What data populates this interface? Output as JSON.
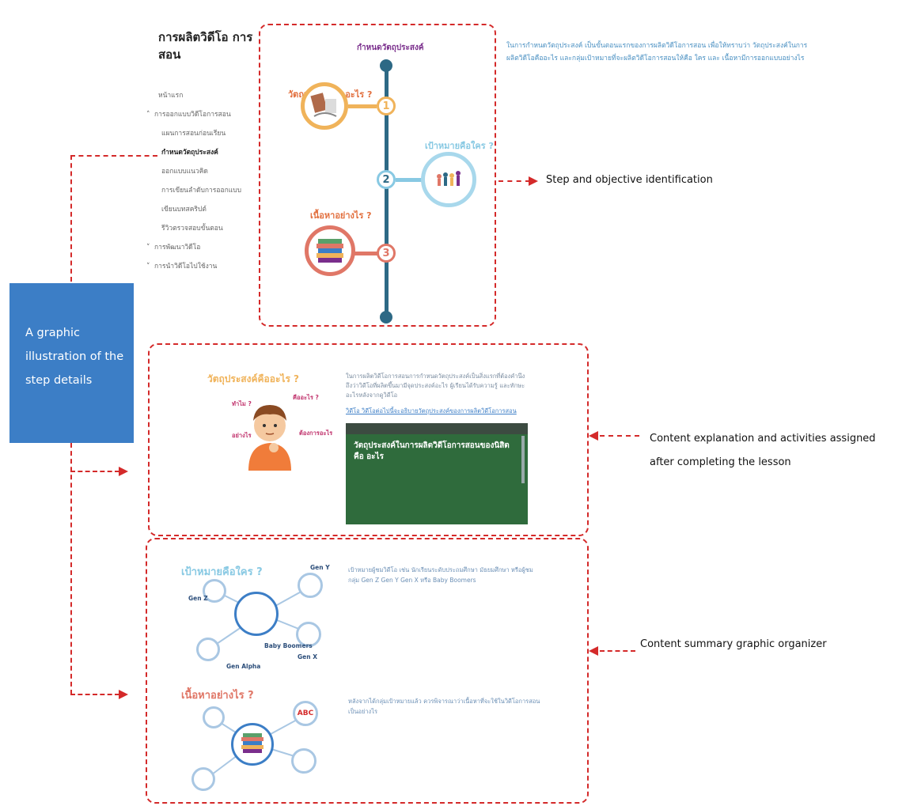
{
  "sidebar": {
    "title": "การผลิตวิดีโอ การสอน",
    "items": [
      {
        "label": "หน้าแรก",
        "chevron": "",
        "active": false
      },
      {
        "label": "การออกแบบวิดีโอการสอน",
        "chevron": "^",
        "active": false
      },
      {
        "label": "แผนการสอนก่อนเรียน",
        "chevron": "",
        "active": false
      },
      {
        "label": "กำหนดวัตถุประสงค์",
        "chevron": "",
        "active": true
      },
      {
        "label": "ออกแบบแนวคิด",
        "chevron": "",
        "active": false
      },
      {
        "label": "การเขียนลำดับการออกแบบ",
        "chevron": "",
        "active": false
      },
      {
        "label": "เขียนบทสคริปต์",
        "chevron": "",
        "active": false
      },
      {
        "label": "รีวิวตรวจสอบขั้นตอน",
        "chevron": "",
        "active": false
      },
      {
        "label": "การพัฒนาวิดีโอ",
        "chevron": "v",
        "active": false
      },
      {
        "label": "การนำวิดีโอไปใช้งาน",
        "chevron": "v",
        "active": false
      }
    ]
  },
  "infographic": {
    "header": "กำหนดวัตถุประสงค์",
    "steps": [
      {
        "number": "1",
        "question": "วัตถุประสงค์คืออะไร ?",
        "color": "#f0b35a"
      },
      {
        "number": "2",
        "question": "เป้าหมายคือใคร ?",
        "color": "#88c9e3"
      },
      {
        "number": "3",
        "question": "เนื้อหาอย่างไร ?",
        "color": "#e07767"
      }
    ]
  },
  "intro_text": "ในการกำหนดวัตถุประสงค์ เป็นขั้นตอนแรกของการผลิตวิดีโอการสอน เพื่อให้ทราบว่า วัตถุประสงค์ในการผลิตวิดีโอคืออะไร และกลุ่มเป้าหมายที่จะผลิตวิดีโอการสอนให้คือ ใคร และ เนื้อหามีการออกแบบอย่างไร",
  "blue_box": {
    "text": "A graphic illustration of the step details"
  },
  "annotations": {
    "step": "Step and objective identification",
    "content": "Content explanation and activities assigned after completing the lesson",
    "summary": "Content summary graphic organizer"
  },
  "content_panel": {
    "heading": "วัตถุประสงค์คืออะไร ?",
    "bubbles": [
      "ทำไม ?",
      "คืออะไร ?",
      "อย่างไร",
      "ต้องการอะไร"
    ],
    "body": "ในการผลิตวิดีโอการสอนการกำหนดวัตถุประสงค์เป็นสิ่งแรกที่ต้องคำนึงถึงว่าวิดีโอที่ผลิตขึ้นมามีจุดประสงค์อะไร ผู้เรียนได้รับความรู้ และทักษะอะไรหลังจากดูวิดีโอ",
    "link": "วิดีโอ วิดีโอต่อไปนี้จะอธิบายวัตถุประสงค์ของการผลิตวิดีโอการสอน",
    "video_title": "วัตถุประสงค์ในการผลิตวิดีโอการสอนของนิสิต คือ อะไร"
  },
  "summary_panel": {
    "target_heading": "เป้าหมายคือใคร ?",
    "gens": [
      "Gen Z",
      "Gen Y",
      "Gen X",
      "Gen Alpha",
      "Baby Boomers"
    ],
    "target_text": "เป้าหมายผู้ชมวิดีโอ เช่น นักเรียนระดับประถมศึกษา มัธยมศึกษา หรือผู้ชมกลุ่ม Gen Z Gen Y Gen X หรือ Baby Boomers",
    "content_heading": "เนื้อหาอย่างไร ?",
    "content_text": "หลังจากได้กลุ่มเป้าหมายแล้ว ควรพิจารณาว่าเนื้อหาที่จะใช้ในวิดีโอการสอนเป็นอย่างไร",
    "abc_label": "ABC"
  }
}
